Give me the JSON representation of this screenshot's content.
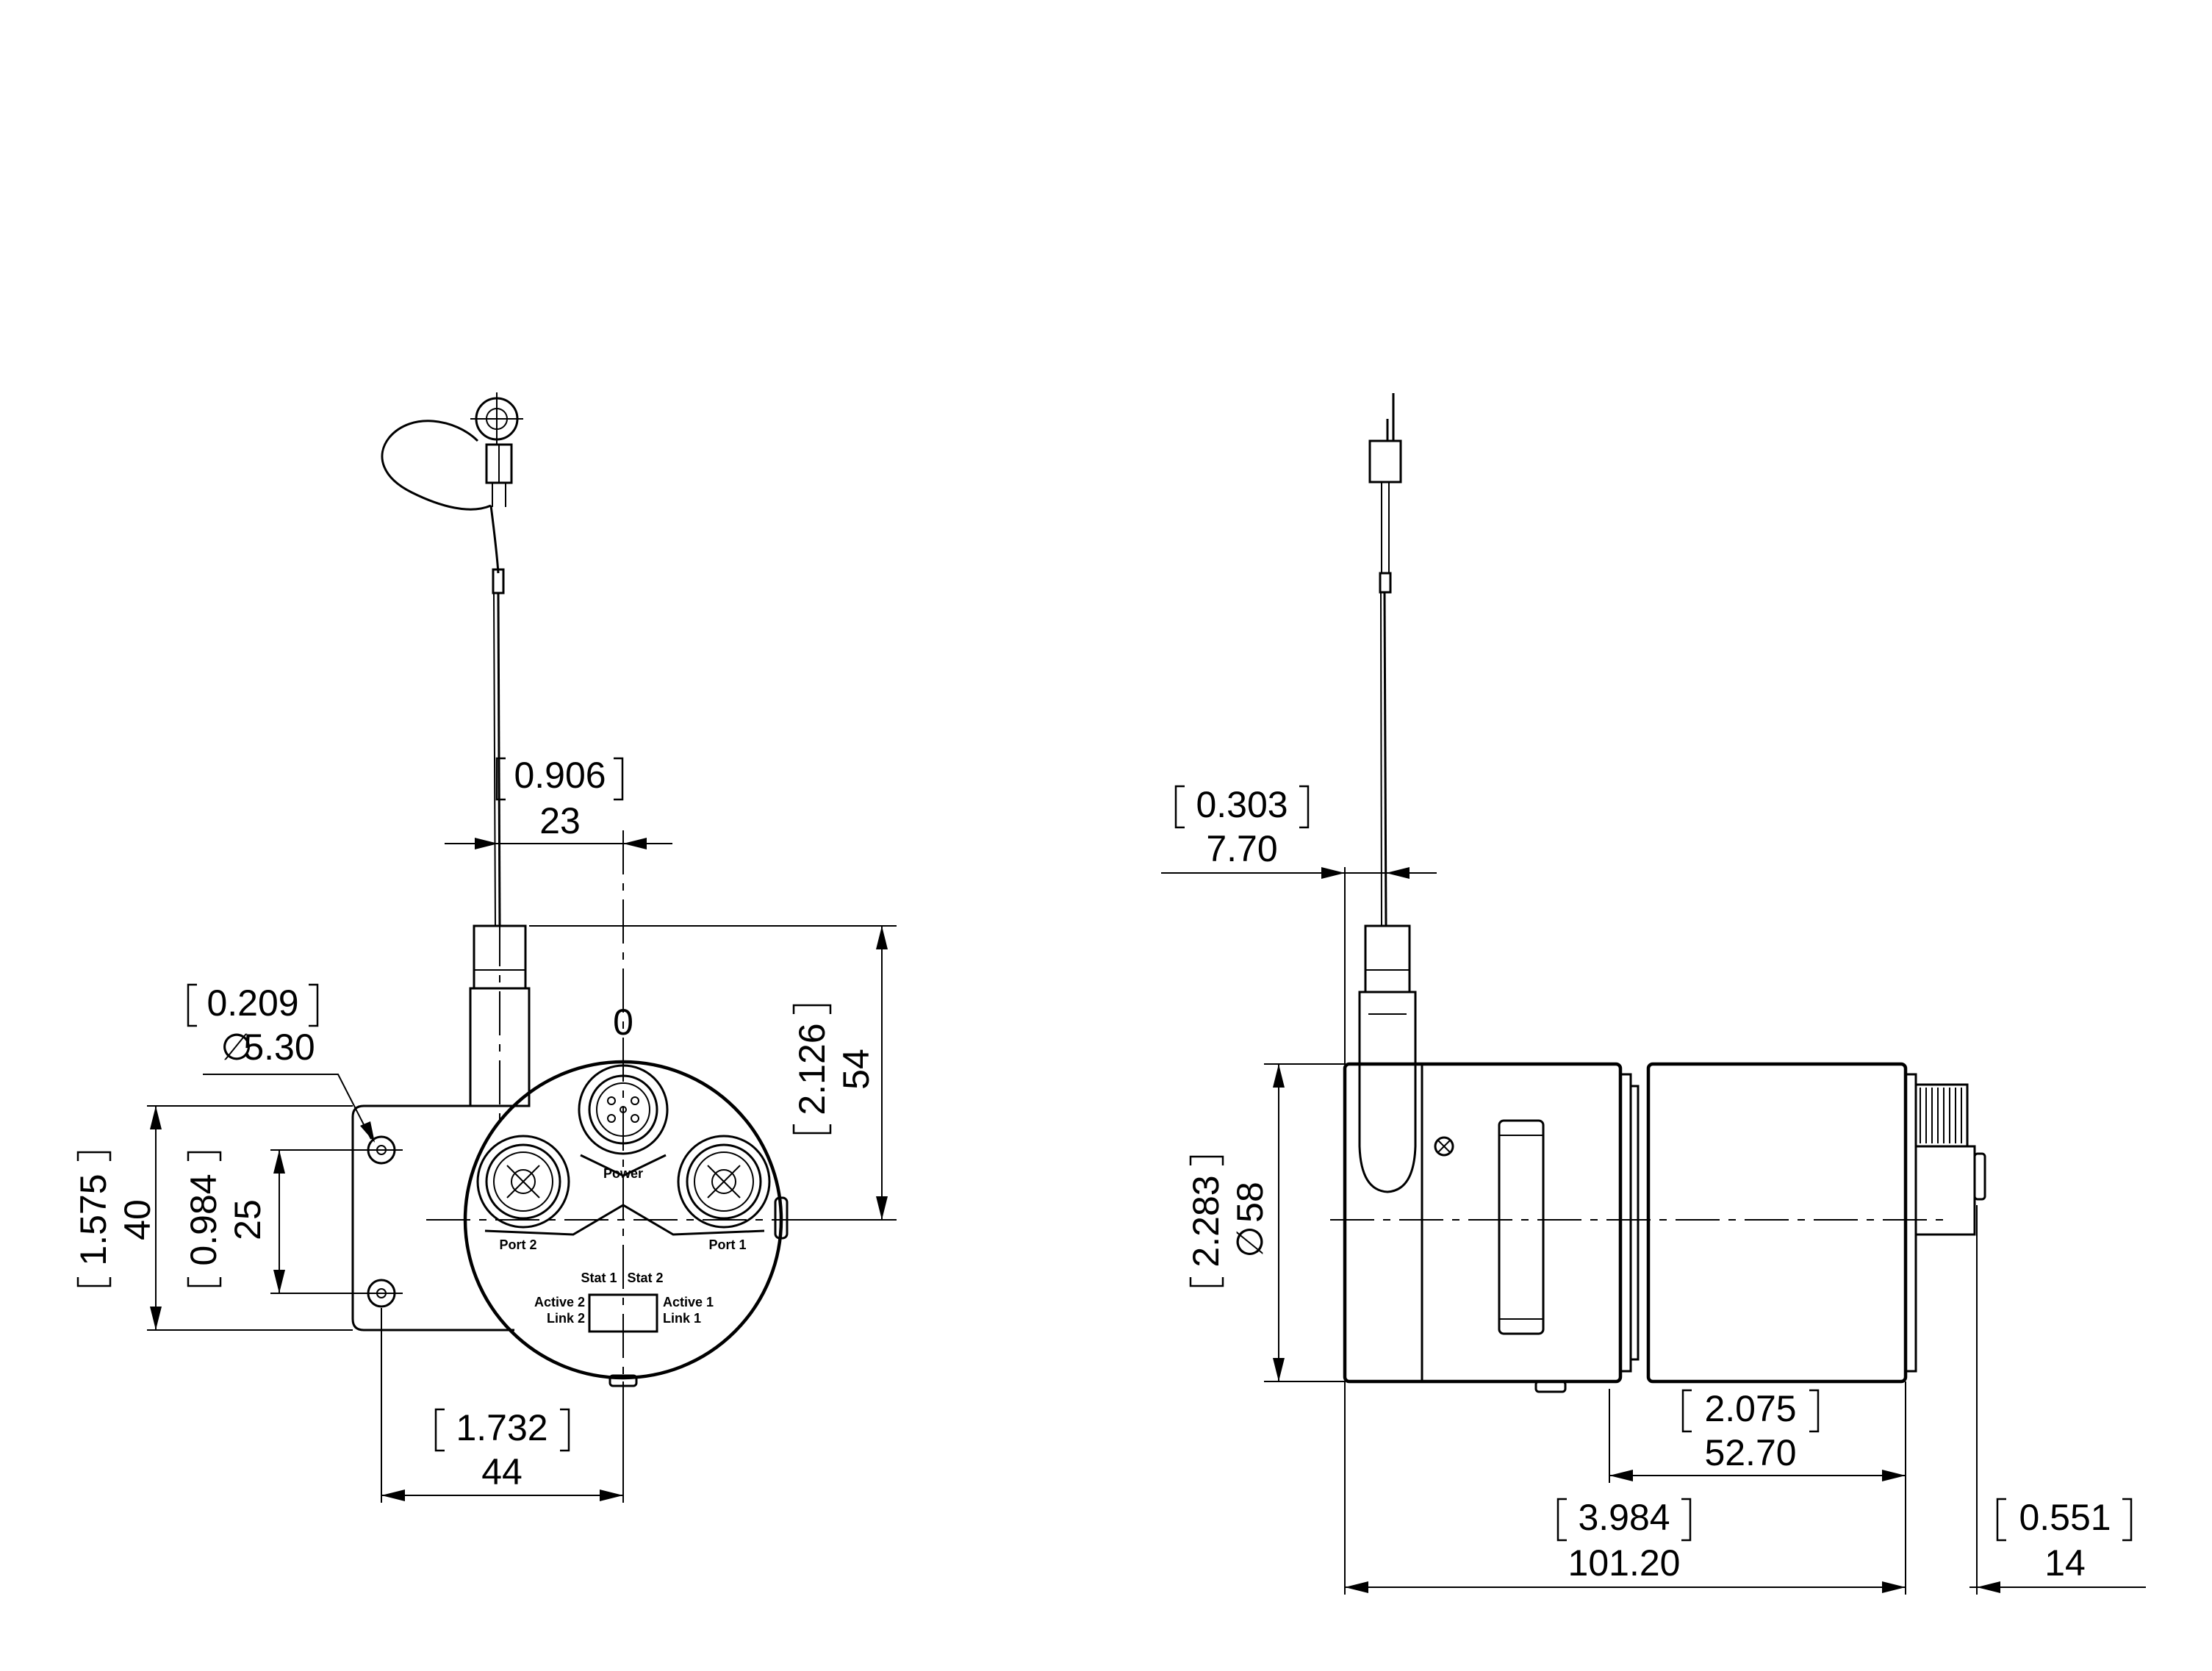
{
  "front_view": {
    "dim_pivot_offset": {
      "inch": "0.906",
      "mm": "23"
    },
    "dim_zero": "0",
    "dim_height": {
      "inch": "2.126",
      "mm": "54"
    },
    "dim_hole": {
      "inch": "0.209",
      "mm": "5.30",
      "diameter_symbol": "∅"
    },
    "dim_mount_height": {
      "inch": "1.575",
      "mm": "40"
    },
    "dim_hole_spacing": {
      "inch": "0.984",
      "mm": "25"
    },
    "dim_mount_offset": {
      "inch": "1.732",
      "mm": "44"
    },
    "labels": {
      "power": "Power",
      "port2": "Port 2",
      "port1": "Port 1",
      "stat1": "Stat 1",
      "stat2": "Stat 2",
      "active2": "Active 2",
      "link2": "Link 2",
      "active1": "Active 1",
      "link1": "Link 1"
    }
  },
  "side_view": {
    "dim_cable_offset": {
      "inch": "0.303",
      "mm": "7.70"
    },
    "dim_diameter": {
      "inch": "2.283",
      "mm": "58",
      "diameter_symbol": "∅"
    },
    "dim_body_length": {
      "inch": "2.075",
      "mm": "52.70"
    },
    "dim_total_length": {
      "inch": "3.984",
      "mm": "101.20"
    },
    "dim_connector": {
      "inch": "0.551",
      "mm": "14"
    }
  }
}
